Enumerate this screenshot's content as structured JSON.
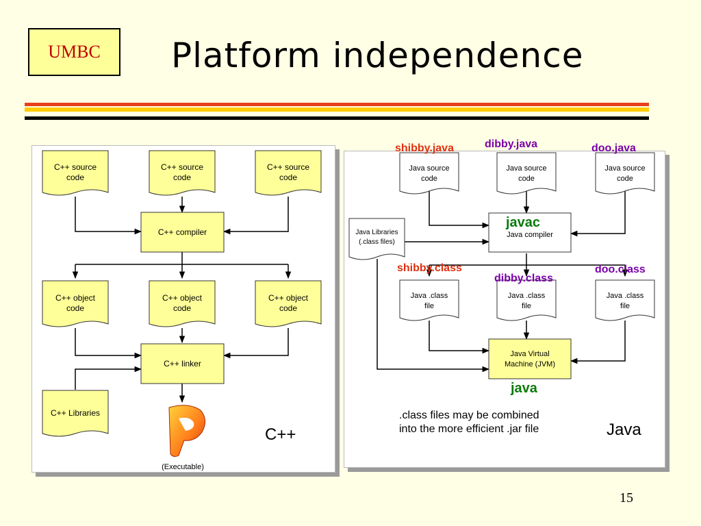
{
  "logo": "UMBC",
  "title": "Platform independence",
  "cpp": {
    "source_label": "C++ source\ncode",
    "compiler": "C++ compiler",
    "object_label": "C++ object\ncode",
    "linker": "C++ linker",
    "libraries": "C++ Libraries",
    "executable": "(Executable)",
    "lang": "C++"
  },
  "java": {
    "files": [
      "shibby.java",
      "dibby.java",
      "doo.java"
    ],
    "source_label": "Java source\ncode",
    "javac": "javac",
    "compiler": "Java compiler",
    "libraries": "Java Libraries\n(.class files)",
    "classes": [
      "shibby.class",
      "dibby.class",
      "doo.class"
    ],
    "class_label": "Java .class\nfile",
    "jvm": "Java Virtual\nMachine (JVM)",
    "java_cmd": "java",
    "note": ".class files may be combined\ninto the more efficient .jar file",
    "lang": "Java"
  },
  "colors": {
    "file_fill": "#ffff99",
    "title_red": "#e03010",
    "accent_purple": "#7a00aa",
    "accent_green": "#0a7a0a",
    "rule_red": "#e8401c",
    "rule_yellow": "#ffcc00"
  },
  "slide_number": "15"
}
